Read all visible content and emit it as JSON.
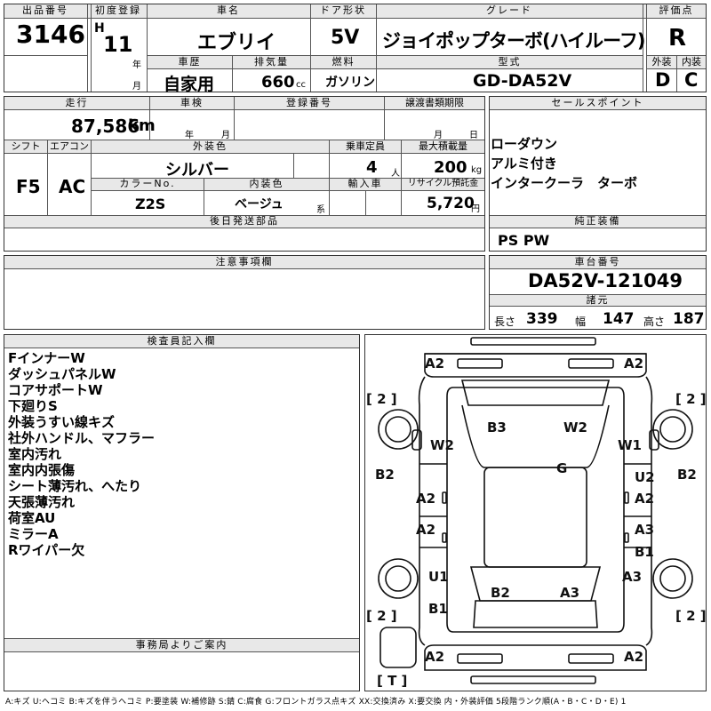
{
  "header": {
    "lot_no_label": "出品番号",
    "lot_no": "3146",
    "first_reg_label": "初度登録",
    "era": "H",
    "year": "11",
    "year_unit": "年",
    "month_unit": "月",
    "car_name_label": "車名",
    "car_name": "エブリイ",
    "door_label": "ドア形状",
    "door": "5V",
    "grade_label": "グレード",
    "grade": "ジョイポップターボ(ハイルーフ)",
    "score_label": "評価点",
    "score": "R",
    "history_label": "車歴",
    "history": "自家用",
    "displacement_label": "排気量",
    "displacement": "660",
    "displacement_unit": "cc",
    "fuel_label": "燃料",
    "fuel": "ガソリン",
    "model_label": "型式",
    "model": "GD-DA52V",
    "exterior_label": "外装",
    "exterior": "D",
    "interior_label": "内装",
    "interior": "C"
  },
  "row2": {
    "mileage_label": "走行",
    "mileage": "87,586",
    "mileage_unit": "km",
    "inspection_label": "車検",
    "insp_year_unit": "年",
    "insp_month_unit": "月",
    "reg_no_label": "登録番号",
    "transfer_label": "譲渡書類期限",
    "transfer_month_unit": "月",
    "transfer_day_unit": "日",
    "shift_label": "シフト",
    "shift": "F5",
    "ac_label": "エアコン",
    "ac": "AC",
    "ext_color_label": "外装色",
    "ext_color": "シルバー",
    "seats_label": "乗車定員",
    "seats": "4",
    "seats_unit": "人",
    "load_label": "最大積載量",
    "load": "200",
    "load_unit": "kg",
    "color_no_label": "カラーNo.",
    "color_no": "Z2S",
    "int_color_label": "内装色",
    "int_color": "ベージュ",
    "int_color_unit": "系",
    "import_label": "輸入車",
    "recycle_label": "リサイクル預託金",
    "recycle": "5,720",
    "recycle_unit": "円",
    "later_label": "後日発送部品"
  },
  "sales": {
    "label": "セールスポイント",
    "points": [
      "ローダウン",
      "アルミ付き",
      "インタークーラ　ターボ"
    ],
    "genuine_label": "純正装備",
    "genuine": "PS PW"
  },
  "caution_label": "注意事項欄",
  "chassis": {
    "label": "車台番号",
    "number": "DA52V-121049",
    "specs_label": "諸元",
    "length_label": "長さ",
    "length": "339",
    "width_label": "幅",
    "width": "147",
    "height_label": "高さ",
    "height": "187"
  },
  "inspector": {
    "label": "検査員記入欄",
    "notes": [
      "FインナーW",
      "ダッシュパネルW",
      "コアサポートW",
      "下廻りS",
      "外装うすい線キズ",
      "社外ハンドル、マフラー",
      "室内汚れ",
      "室内内張傷",
      "シート薄汚れ、へたり",
      "天張薄汚れ",
      "荷室AU",
      "ミラーA",
      "Rワイパー欠"
    ]
  },
  "office_label": "事務局よりご案内",
  "diagram": {
    "marks": {
      "a2_front_left": "A2",
      "a2_front_right": "A2",
      "tire_fl": "[ 2 ]",
      "tire_fr": "[ 2 ]",
      "b3": "B3",
      "w2_hood": "W2",
      "w2_left": "W2",
      "w1_right": "W1",
      "g": "G",
      "b2_left": "B2",
      "b2_right": "B2",
      "u2": "U2",
      "a2_ldoor1": "A2",
      "a2_rdoor1": "A2",
      "a2_ldoor2": "A2",
      "a3_rdoor2": "A3",
      "b1_rdoor": "B1",
      "u1": "U1",
      "a3_rqtr": "A3",
      "b1_left": "B1",
      "b2_roof": "B2",
      "a3_roof": "A3",
      "tire_rl": "[ 2 ]",
      "tire_rr": "[ 2 ]",
      "a2_rear_left": "A2",
      "a2_rear_right": "A2",
      "spare": "[ T ]"
    }
  },
  "legend": "A:キズ U:ヘコミ B:キズを伴うヘコミ P:要塗装 W:補修跡 S:錆 C:腐食 G:フロントガラス点キズ XX:交換済み X:要交換 内・外装評価 5段階ランク順(A・B・C・D・E) 1"
}
